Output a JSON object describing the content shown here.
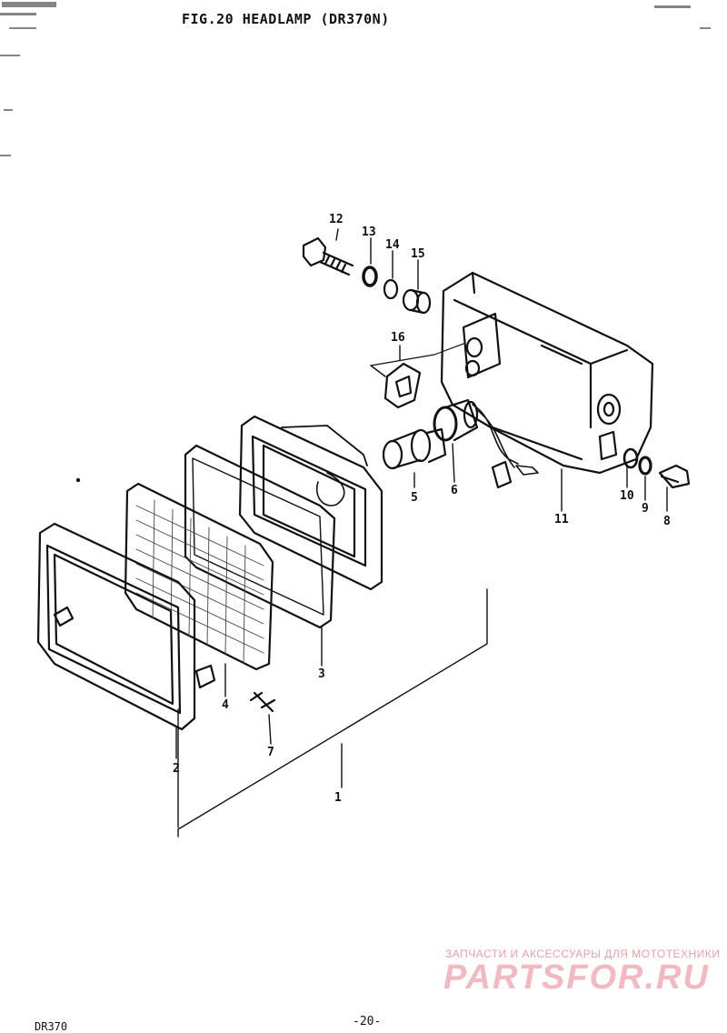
{
  "title": "FIG.20  HEADLAMP (DR370N)",
  "callouts": [
    "1",
    "2",
    "3",
    "4",
    "5",
    "6",
    "7",
    "8",
    "9",
    "10",
    "11",
    "12",
    "13",
    "14",
    "15",
    "16"
  ],
  "watermark": {
    "caption": "ЗАПЧАСТИ И АКСЕССУАРЫ ДЛЯ МОТОТЕХНИКИ",
    "logo": "PARTSFOR.RU"
  },
  "footer": {
    "model": "DR370",
    "page": "-20-"
  }
}
